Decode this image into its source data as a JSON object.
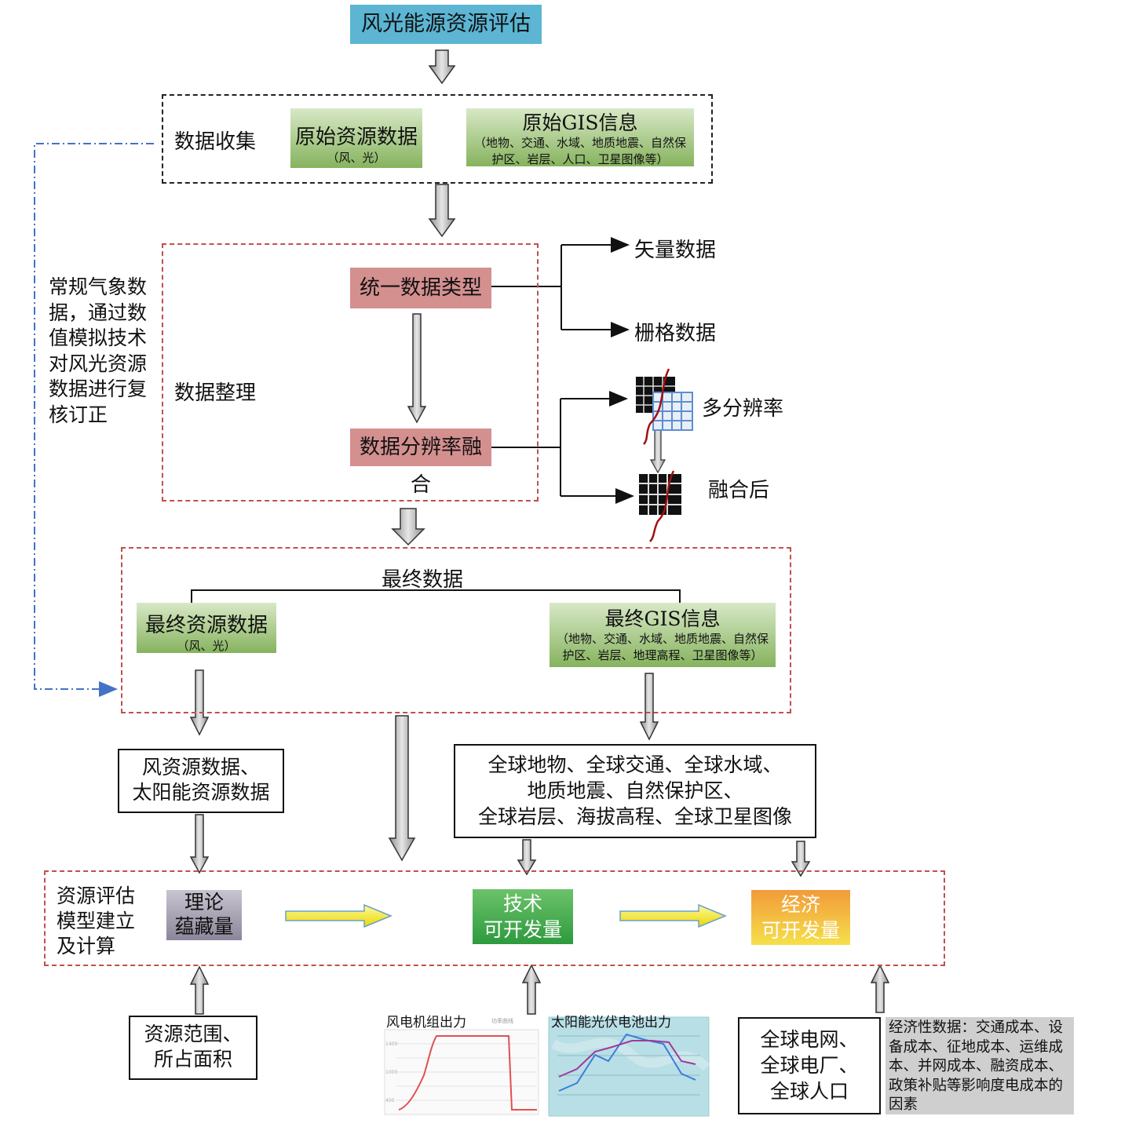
{
  "title": "风光能源资源评估",
  "collect": {
    "label": "数据收集",
    "raw_resource": {
      "title": "原始资源数据",
      "sub": "（风、光）"
    },
    "raw_gis": {
      "title": "原始GIS信息",
      "sub": "（地物、交通、水域、地质地震、自然保护区、岩层、人口、卫星图像等）"
    }
  },
  "side_note": [
    "常规气象数",
    "据，通过数",
    "值模拟技术",
    "对风光资源",
    "数据进行复",
    "核订正"
  ],
  "organize": {
    "label": "数据整理",
    "unify": "统一数据类型",
    "vector": "矢量数据",
    "raster": "栅格数据",
    "fusion": "数据分辨率融合",
    "multi_res": "多分辨率",
    "after_fusion": "融合后"
  },
  "final": {
    "label": "最终数据",
    "resource": {
      "title": "最终资源数据",
      "sub": "（风、光）"
    },
    "gis": {
      "title": "最终GIS信息",
      "sub": "（地物、交通、水域、地质地震、自然保护区、岩层、地理高程、卫星图像等）"
    }
  },
  "wind_solar_data": [
    "风资源数据、",
    "太阳能资源数据"
  ],
  "global_data": [
    "全球地物、全球交通、全球水域、",
    "地质地震、自然保护区、",
    "全球岩层、海拔高程、全球卫星图像"
  ],
  "model": {
    "label": [
      "资源评估",
      "模型建立",
      "及计算"
    ],
    "theory": [
      "理论",
      "蕴藏量"
    ],
    "technical": [
      "技术",
      "可开发量"
    ],
    "economic": [
      "经济",
      "可开发量"
    ]
  },
  "area": [
    "资源范围、",
    "所占面积"
  ],
  "wind_chart": {
    "title": "风电机组出力",
    "inner_title": "功率曲线"
  },
  "solar_chart": {
    "title": "太阳能光伏电池出力"
  },
  "grid": [
    "全球电网、",
    "全球电厂、",
    "全球人口"
  ],
  "econ_note": "经济性数据：交通成本、设备成本、征地成本、运维成本、并网成本、融资成本、政策补贴等影响度电成本的因素",
  "colors": {
    "dashed_red": "#c0504d",
    "title_box": "#5bb5d3",
    "blue_dashdot": "#4472c4",
    "theory_box": "#9a94a6",
    "technical_box": "#34a853",
    "economic_box": "#f2b335"
  }
}
